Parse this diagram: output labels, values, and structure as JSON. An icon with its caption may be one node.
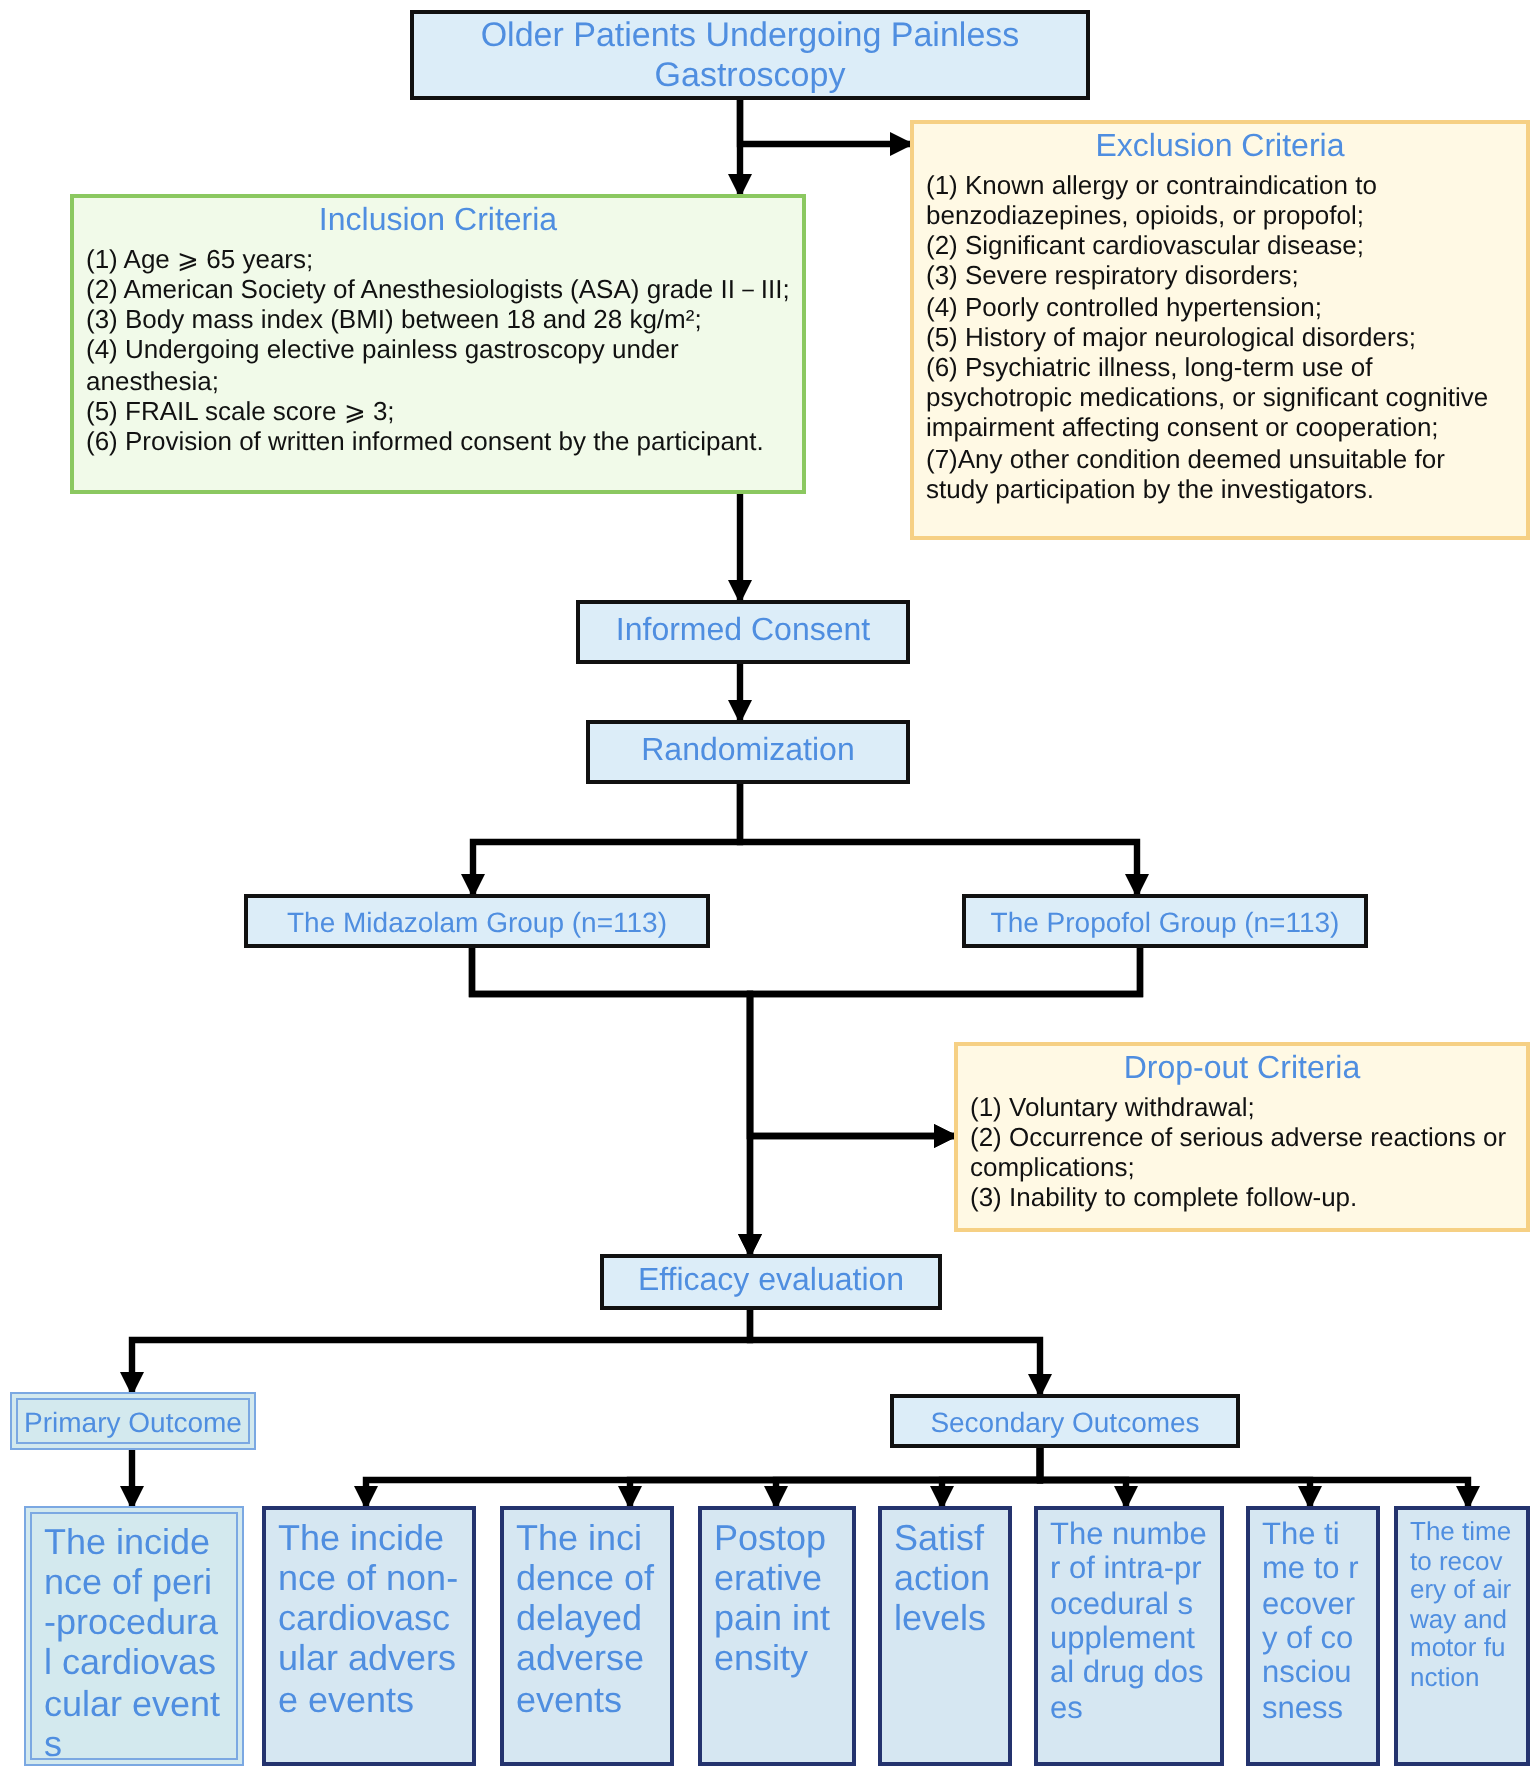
{
  "diagram": {
    "nodes": [
      {
        "text": [
          "Older Patients Undergoing Painless Gastroscopy"
        ]
      },
      {
        "text": [
          "Inclusion Criteria",
          "(1) Age ⩾ 65 years;",
          "(2) American Society of Anesthesiologists (ASA) grade II－III;",
          "(3) Body mass index (BMI) between 18 and 28 kg/m²;",
          "(4) Undergoing elective painless gastroscopy under anesthesia;",
          "(5) FRAIL scale score ⩾ 3;",
          "(6) Provision of written informed consent by the participant."
        ]
      },
      {
        "text": [
          "Exclusion Criteria",
          "(1) Known allergy or contraindication to benzodiazepines, opioids, or propofol;",
          "(2) Significant cardiovascular disease;",
          "(3) Severe respiratory disorders;",
          "(4) Poorly controlled hypertension;",
          "(5) History of major neurological disorders;",
          "(6) Psychiatric illness, long-term use of psychotropic medications, or significant cognitive impairment affecting consent or cooperation;",
          "(7)Any other condition deemed unsuitable for study participation by the investigators."
        ]
      },
      {
        "text": [
          "Informed Consent"
        ]
      },
      {
        "text": [
          "Randomization"
        ]
      },
      {
        "text": [
          "The Midazolam Group (n=113)"
        ]
      },
      {
        "text": [
          "The Propofol Group (n=113)"
        ]
      },
      {
        "text": [
          "Drop-out Criteria",
          "(1) Voluntary withdrawal;",
          "(2) Occurrence of serious adverse reactions or complications;",
          "(3) Inability to complete follow-up."
        ]
      },
      {
        "text": [
          "Efficacy evaluation"
        ]
      },
      {
        "text": [
          "Primary Outcome"
        ]
      },
      {
        "text": [
          "Secondary Outcomes"
        ]
      },
      {
        "text": [
          "The incidence of peri-procedural cardiovascular events"
        ]
      },
      {
        "text": [
          "The incidence of non-cardiovascular adverse events"
        ]
      },
      {
        "text": [
          "The incidence of delayed adverse events"
        ]
      },
      {
        "text": [
          "Postoperative pain intensity"
        ]
      },
      {
        "text": [
          "Satisfaction levels"
        ]
      },
      {
        "text": [
          "The number of intra-procedural supplemental drug doses"
        ]
      },
      {
        "text": [
          "The time to recovery of consciousness"
        ]
      },
      {
        "text": [
          "The time to recovery of airway and motor function"
        ]
      }
    ],
    "edges": [
      {
        "from": 0,
        "to": 1,
        "arrow": "to"
      },
      {
        "from": 0,
        "to": 2,
        "arrow": "to"
      },
      {
        "from": 1,
        "to": 3,
        "arrow": "to"
      },
      {
        "from": 3,
        "to": 4,
        "arrow": "to"
      },
      {
        "from": 4,
        "to": 5,
        "arrow": "to"
      },
      {
        "from": 4,
        "to": 6,
        "arrow": "to"
      },
      {
        "from": 5,
        "to": 8,
        "arrow": "to"
      },
      {
        "from": 6,
        "to": 8,
        "arrow": "to"
      },
      {
        "from": 5,
        "to": 7,
        "arrow": "to"
      },
      {
        "from": 6,
        "to": 7,
        "arrow": "to"
      },
      {
        "from": 8,
        "to": 9,
        "arrow": "to"
      },
      {
        "from": 8,
        "to": 10,
        "arrow": "to"
      },
      {
        "from": 9,
        "to": 11,
        "arrow": "to"
      },
      {
        "from": 10,
        "to": 12,
        "arrow": "to"
      },
      {
        "from": 10,
        "to": 13,
        "arrow": "to"
      },
      {
        "from": 10,
        "to": 14,
        "arrow": "to"
      },
      {
        "from": 10,
        "to": 15,
        "arrow": "to"
      },
      {
        "from": 10,
        "to": 16,
        "arrow": "to"
      },
      {
        "from": 10,
        "to": 17,
        "arrow": "to"
      },
      {
        "from": 10,
        "to": 18,
        "arrow": "to"
      }
    ]
  }
}
